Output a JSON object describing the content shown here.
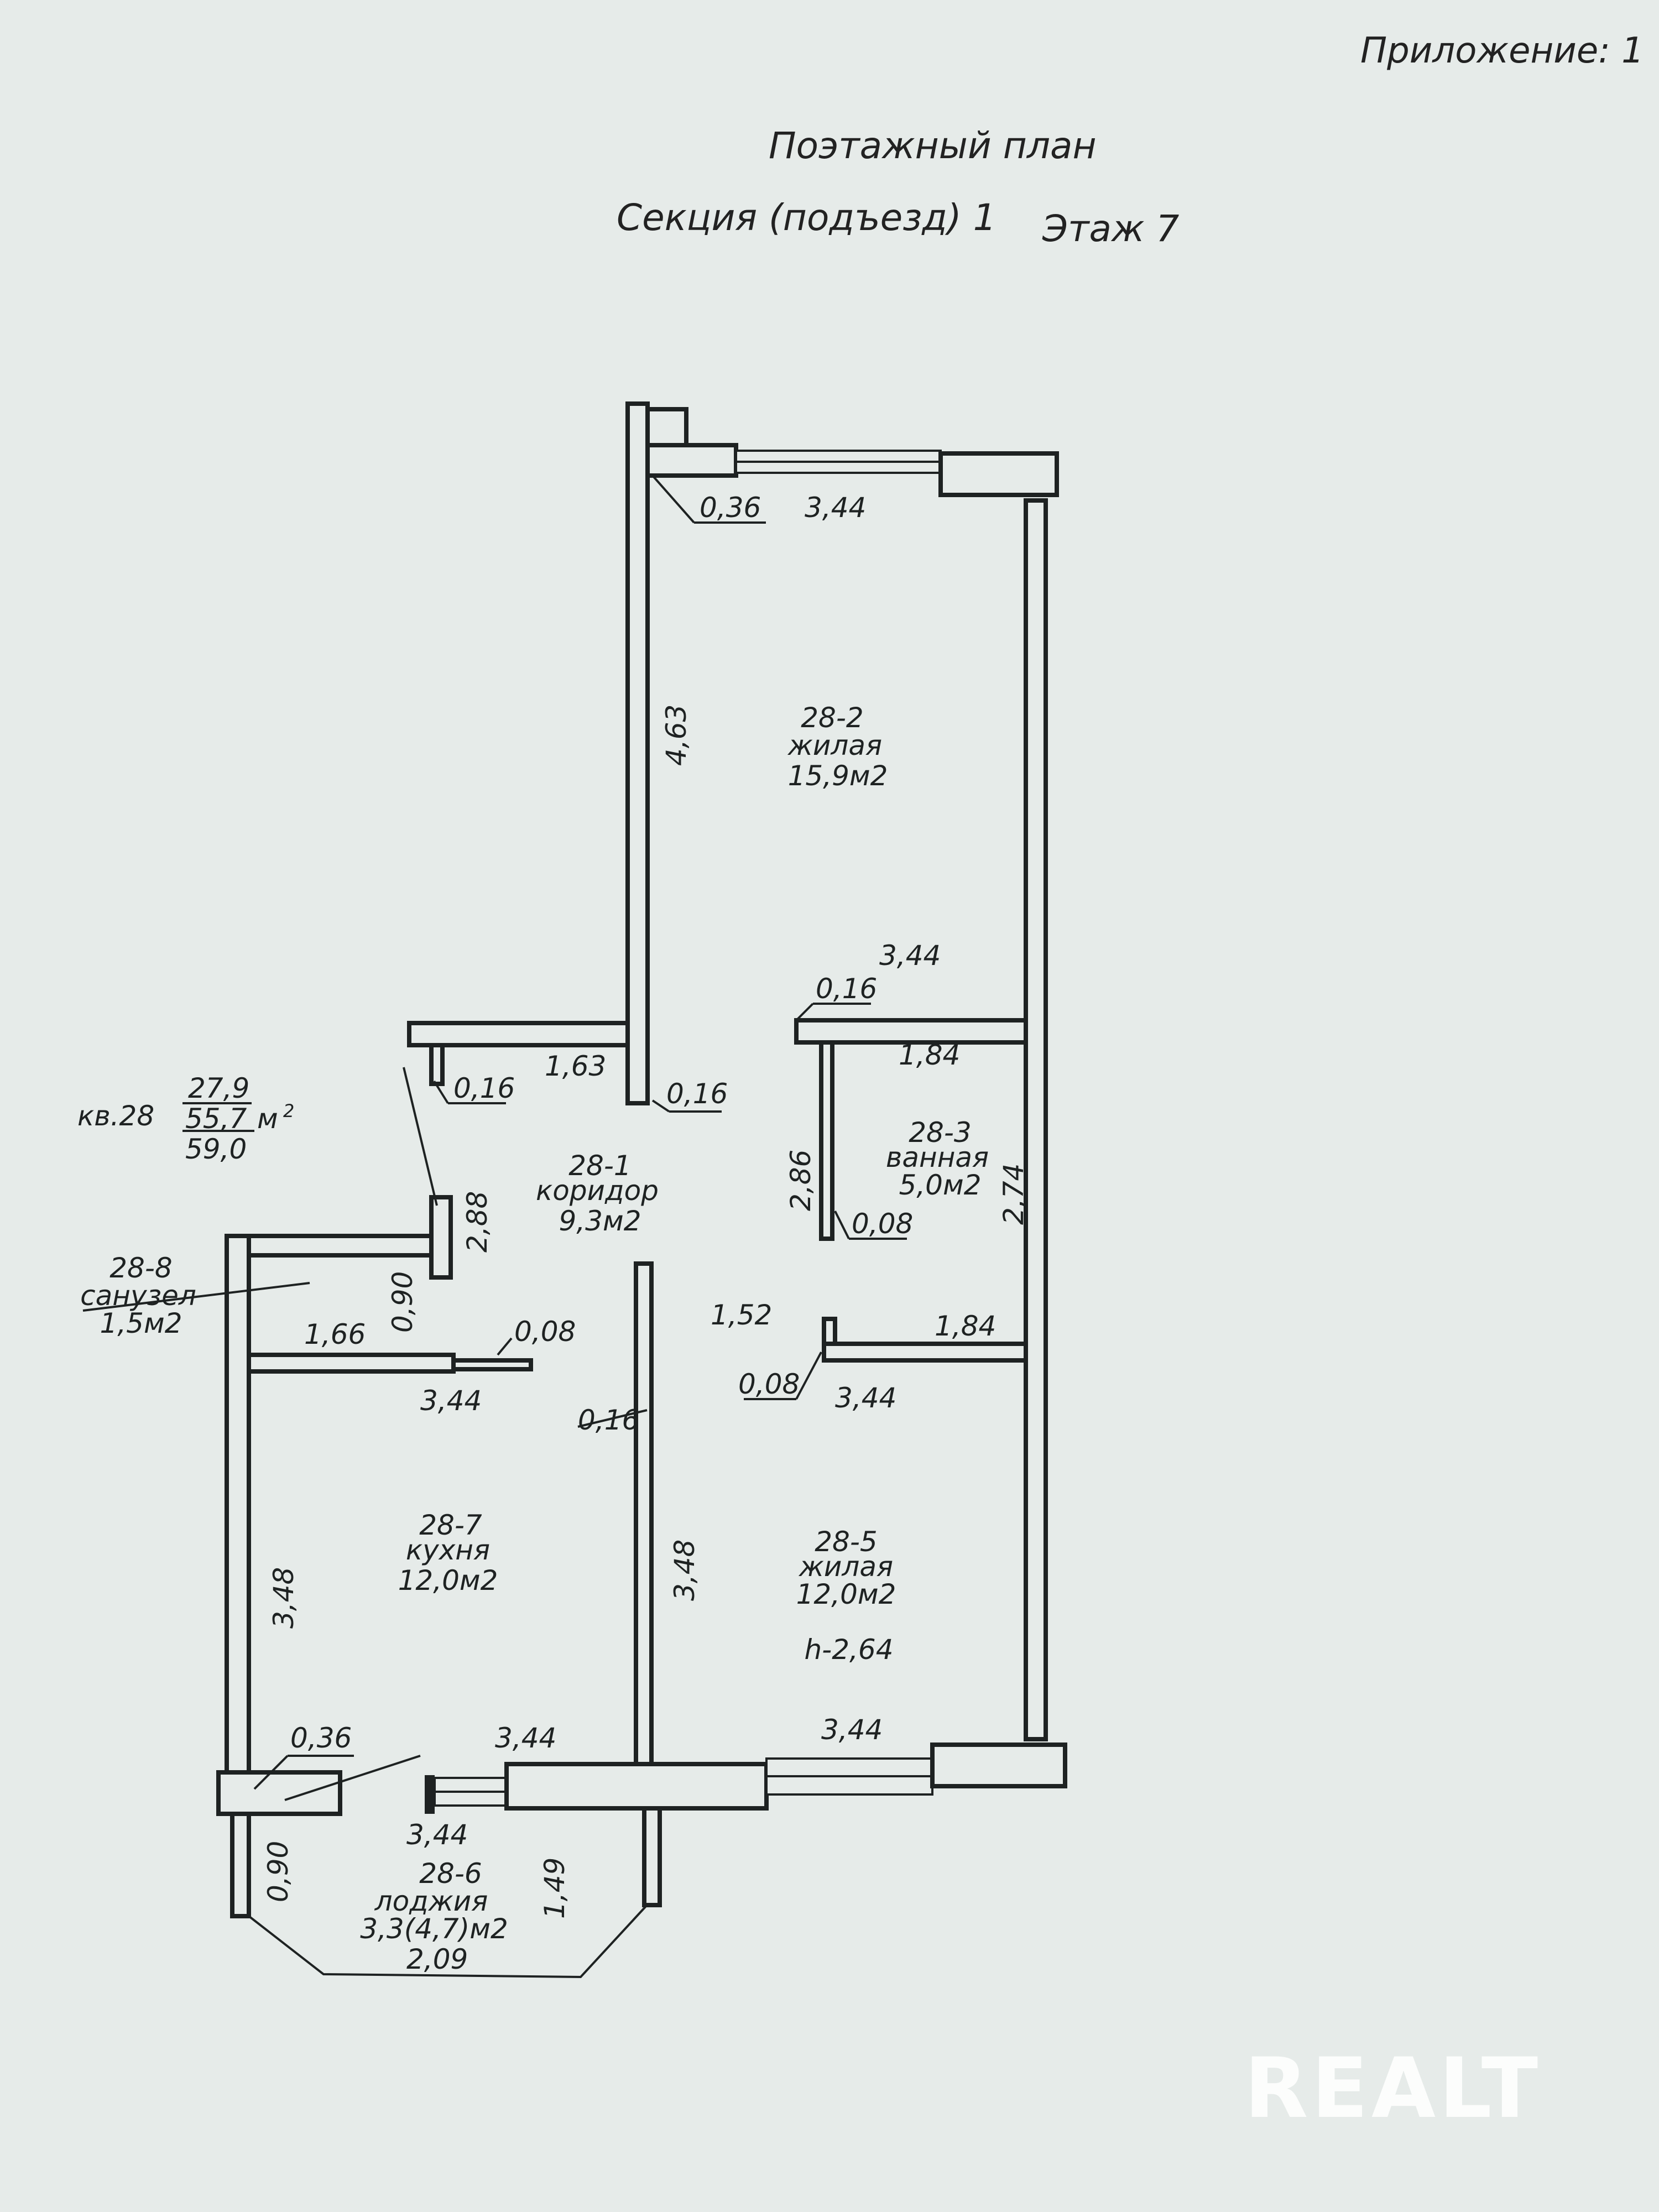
{
  "header": {
    "appendix": "Приложение: 1",
    "title": "Поэтажный план",
    "section": "Секция (подъезд) 1",
    "floor": "Этаж 7"
  },
  "apartment": {
    "label": "кв.28",
    "living_area": "27,9",
    "total_area": "55,7",
    "area_unit": "м",
    "area_unit_exp": "2",
    "area_with_loggia": "59,0"
  },
  "rooms": [
    {
      "id": "28-1",
      "name": "коридор",
      "area": "9,3м2"
    },
    {
      "id": "28-2",
      "name": "жилая",
      "area": "15,9м2"
    },
    {
      "id": "28-3",
      "name": "ванная",
      "area": "5,0м2"
    },
    {
      "id": "28-5",
      "name": "жилая",
      "area": "12,0м2"
    },
    {
      "id": "28-6",
      "name": "лоджия",
      "area": "3,3(4,7)м2"
    },
    {
      "id": "28-7",
      "name": "кухня",
      "area": "12,0м2"
    },
    {
      "id": "28-8",
      "name": "санузел",
      "area": "1,5м2"
    }
  ],
  "ceiling_height": "h-2,64",
  "dimensions": {
    "top_wall_thickness": "0,36",
    "room2_width_top": "3,44",
    "room2_height": "4,63",
    "room2_width_bottom": "3,44",
    "bath_wall_thickness": "0,16",
    "bath_width_top": "1,84",
    "corridor_wall_top": "1,63",
    "corridor_stub": "0,16",
    "corridor_right_wall": "0,16",
    "corridor_height": "2,88",
    "bath_height": "2,86",
    "bath_partition": "0,08",
    "right_wall_height": "2,74",
    "wc_door": "0,90",
    "wc_width": "1,66",
    "wc_partition": "0,08",
    "corridor_opening": "1,52",
    "bath_width_bottom": "1,84",
    "room5_partition": "0,08",
    "kitchen_width_top": "3,44",
    "room5_width_top": "3,44",
    "kitchen_partition": "0,16",
    "kitchen_height": "3,48",
    "room5_height": "3,48",
    "outer_wall_thickness": "0,36",
    "kitchen_width_bottom": "3,44",
    "room5_width_bottom": "3,44",
    "loggia_width": "3,44",
    "loggia_side": "0,90",
    "loggia_depth": "1,49",
    "loggia_bottom": "2,09"
  },
  "watermark": "REALT"
}
